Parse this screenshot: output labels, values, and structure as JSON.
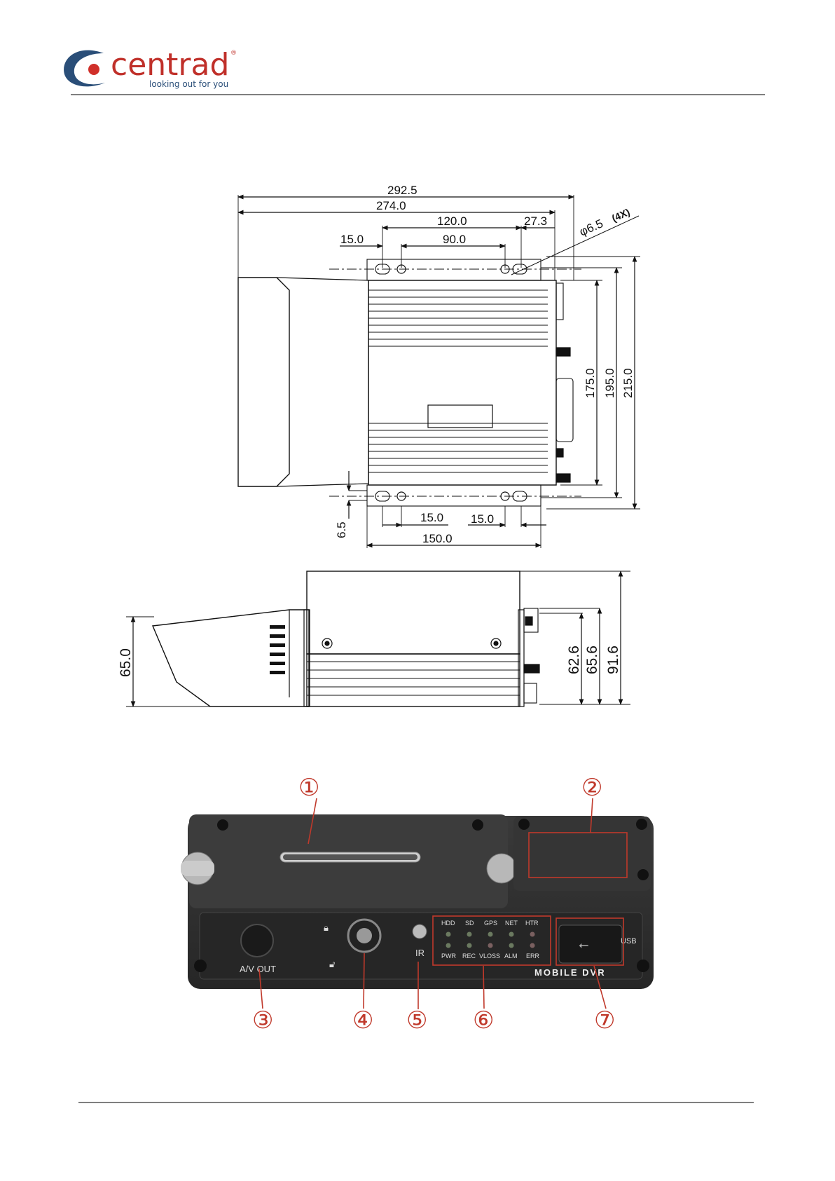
{
  "header": {
    "brand": "centrad",
    "tagline": "looking out for you",
    "registered": "®"
  },
  "top_view": {
    "dim_overall_width": "292.5",
    "dim_body_width": "274.0",
    "dim_mount_outer": "120.0",
    "dim_mount_inner": "90.0",
    "dim_right_offset": "27.3",
    "dim_left_offset": "15.0",
    "dim_hole": "φ6.5",
    "dim_hole_count": "(4X)",
    "dim_height_175": "175.0",
    "dim_height_195": "195.0",
    "dim_height_215": "215.0",
    "dim_bottom_15a": "15.0",
    "dim_bottom_15b": "15.0",
    "dim_bottom_150": "150.0",
    "dim_slot": "6.5"
  },
  "side_view": {
    "dim_65": "65.0",
    "dim_62_6": "62.6",
    "dim_65_6": "65.6",
    "dim_91_6": "91.6"
  },
  "front_panel": {
    "callouts": [
      "①",
      "②",
      "③",
      "④",
      "⑤",
      "⑥",
      "⑦"
    ],
    "led_top": [
      "HDD",
      "SD",
      "GPS",
      "NET",
      "HTR"
    ],
    "led_bottom": [
      "PWR",
      "REC",
      "VLOSS",
      "ALM",
      "ERR"
    ],
    "av_out": "A/V OUT",
    "ir": "IR",
    "usb": "USB",
    "model_text": "MOBILE DVR"
  },
  "colors": {
    "brand_blue": "#2a4e78",
    "brand_red": "#d0302a",
    "panel_dark": "#2b2b2b",
    "callout_red": "#c0392b"
  }
}
